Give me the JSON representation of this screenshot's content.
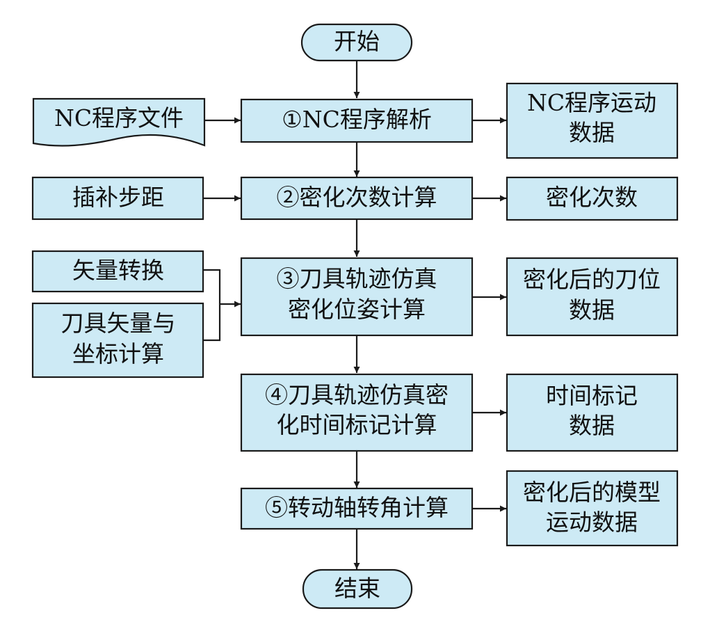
{
  "colors": {
    "box_fill": "#cdeaf5",
    "stroke": "#1a1a1a",
    "text": "#111111"
  },
  "start": "开始",
  "end": "结束",
  "inputs": {
    "nc_file": "NC程序文件",
    "step": "插补步距",
    "vector_transform": [
      "矢量转换"
    ],
    "tool_vector_coords": [
      "刀具矢量与",
      "坐标计算"
    ]
  },
  "steps": [
    [
      "①NC程序解析"
    ],
    [
      "②密化次数计算"
    ],
    [
      "③刀具轨迹仿真",
      "密化位姿计算"
    ],
    [
      "④刀具轨迹仿真密",
      "化时间标记计算"
    ],
    [
      "⑤转动轴转角计算"
    ]
  ],
  "outputs": [
    [
      "NC程序运动",
      "数据"
    ],
    [
      "密化次数"
    ],
    [
      "密化后的刀位",
      "数据"
    ],
    [
      "时间标记",
      "数据"
    ],
    [
      "密化后的模型",
      "运动数据"
    ]
  ]
}
